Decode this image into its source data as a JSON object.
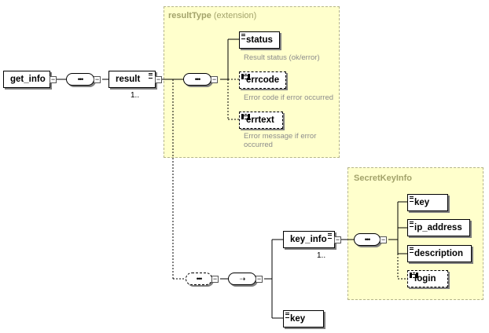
{
  "groups": {
    "result_type": {
      "name": "resultType",
      "suffix": " (extension)"
    },
    "secret_key_info": {
      "name": "SecretKeyInfo"
    }
  },
  "elements": {
    "get_info": "get_info",
    "result": "result",
    "status": "status",
    "errcode": "errcode",
    "errtext": "errtext",
    "key_info": "key_info",
    "key_inner": "key",
    "ip_address": "ip_address",
    "description": "description",
    "login": "login",
    "key_outer": "key"
  },
  "descriptions": {
    "status": "Result status (ok/error)",
    "errcode": "Error code if error occurred",
    "errtext": "Error message if error occurred"
  },
  "cardinality": {
    "result": "1..",
    "key_info": "1.."
  },
  "compositor_symbols": {
    "sequence": "•••",
    "choice": "⇢"
  }
}
